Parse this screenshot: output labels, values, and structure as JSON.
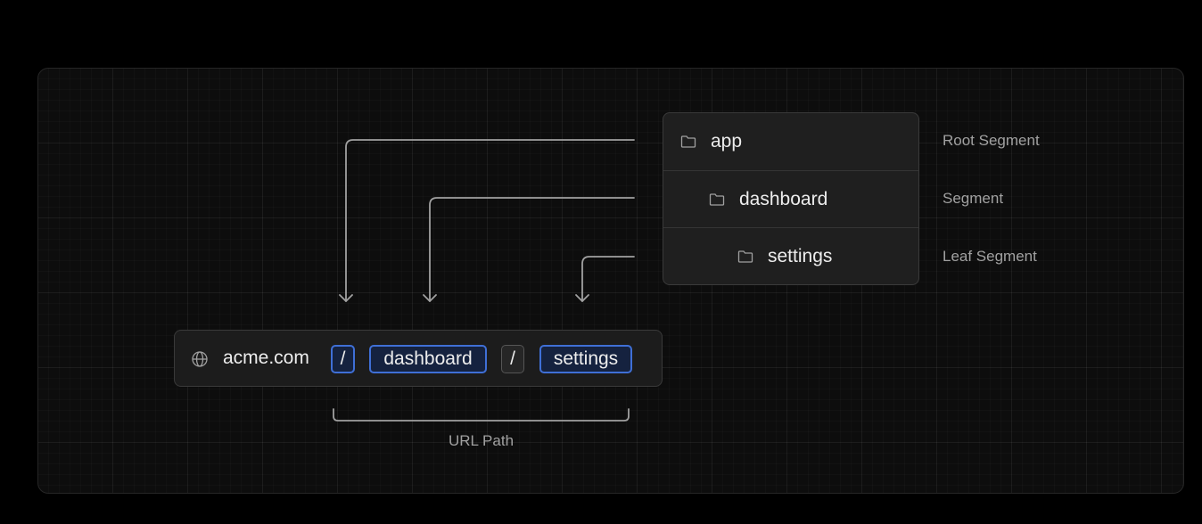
{
  "tree": {
    "rows": [
      {
        "label": "app",
        "icon": "folder-icon"
      },
      {
        "label": "dashboard",
        "icon": "folder-icon"
      },
      {
        "label": "settings",
        "icon": "folder-icon"
      }
    ]
  },
  "segment_labels": [
    "Root Segment",
    "Segment",
    "Leaf Segment"
  ],
  "url": {
    "icon": "globe-icon",
    "domain": "acme.com",
    "parts": [
      "/",
      "dashboard",
      "/",
      "settings"
    ]
  },
  "url_path_label": "URL Path",
  "colors": {
    "background": "#000000",
    "canvas": "#0d0d0d",
    "connector": "#a1a1a1",
    "active_chip_border": "#3f6fd6",
    "active_chip_fill": "#15223f"
  }
}
